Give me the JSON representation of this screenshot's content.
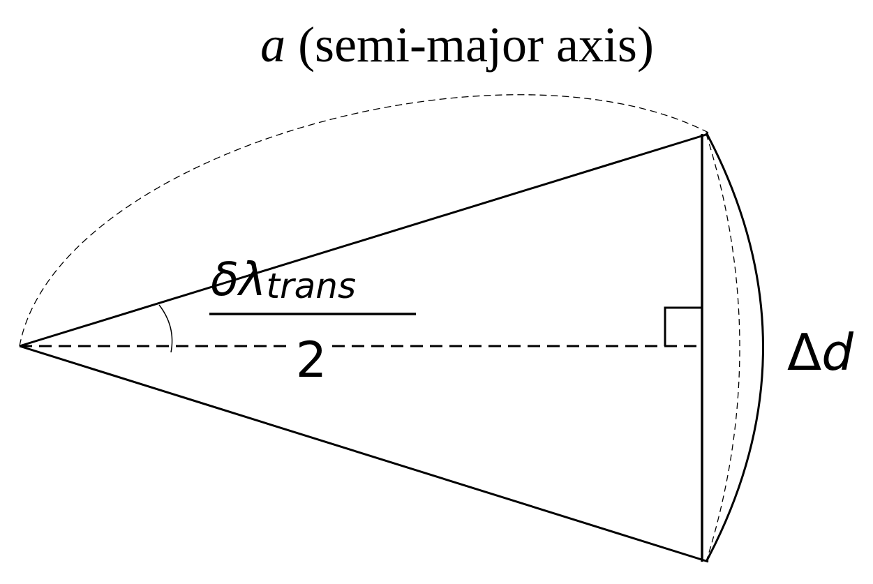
{
  "title": {
    "symbol": "a",
    "text": "(semi-major axis)"
  },
  "angle_label": {
    "numerator_main": "δλ",
    "numerator_sub": "trans",
    "denominator": "2"
  },
  "distance_label": {
    "delta": "Δ",
    "symbol": "d"
  }
}
